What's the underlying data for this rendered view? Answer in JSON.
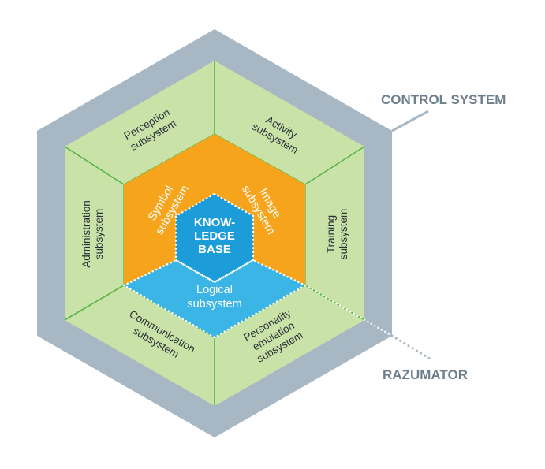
{
  "colors": {
    "outer_frame": "#a7b8c4",
    "green_fill": "#c9e2a8",
    "green_line": "#57b548",
    "orange": "#f5a41c",
    "blue": "#3bb5e6",
    "kb_blue": "#1c9cd9",
    "callout_text": "#6d7f8c"
  },
  "callouts": {
    "control_system": "CONTROL SYSTEM",
    "razumator": "RAZUMATOR"
  },
  "knowledge_base": {
    "line1": "KNOW-",
    "line2": "LEDGE",
    "line3": "BASE"
  },
  "core": {
    "symbol": {
      "line1": "Symbol",
      "line2": "subsystem"
    },
    "image": {
      "line1": "Image",
      "line2": "subsystem"
    },
    "logical": {
      "line1": "Logical",
      "line2": "subsystem"
    }
  },
  "ring": {
    "perception": {
      "line1": "Perception",
      "line2": "subsystem"
    },
    "activity": {
      "line1": "Activity",
      "line2": "subsystem"
    },
    "training": {
      "line1": "Training",
      "line2": "subsystem"
    },
    "personality": {
      "line1": "Personality",
      "line2": "emulation",
      "line3": "subsystem"
    },
    "communication": {
      "line1": "Communication",
      "line2": "subsystem"
    },
    "administration": {
      "line1": "Administration",
      "line2": "subsystem"
    }
  }
}
